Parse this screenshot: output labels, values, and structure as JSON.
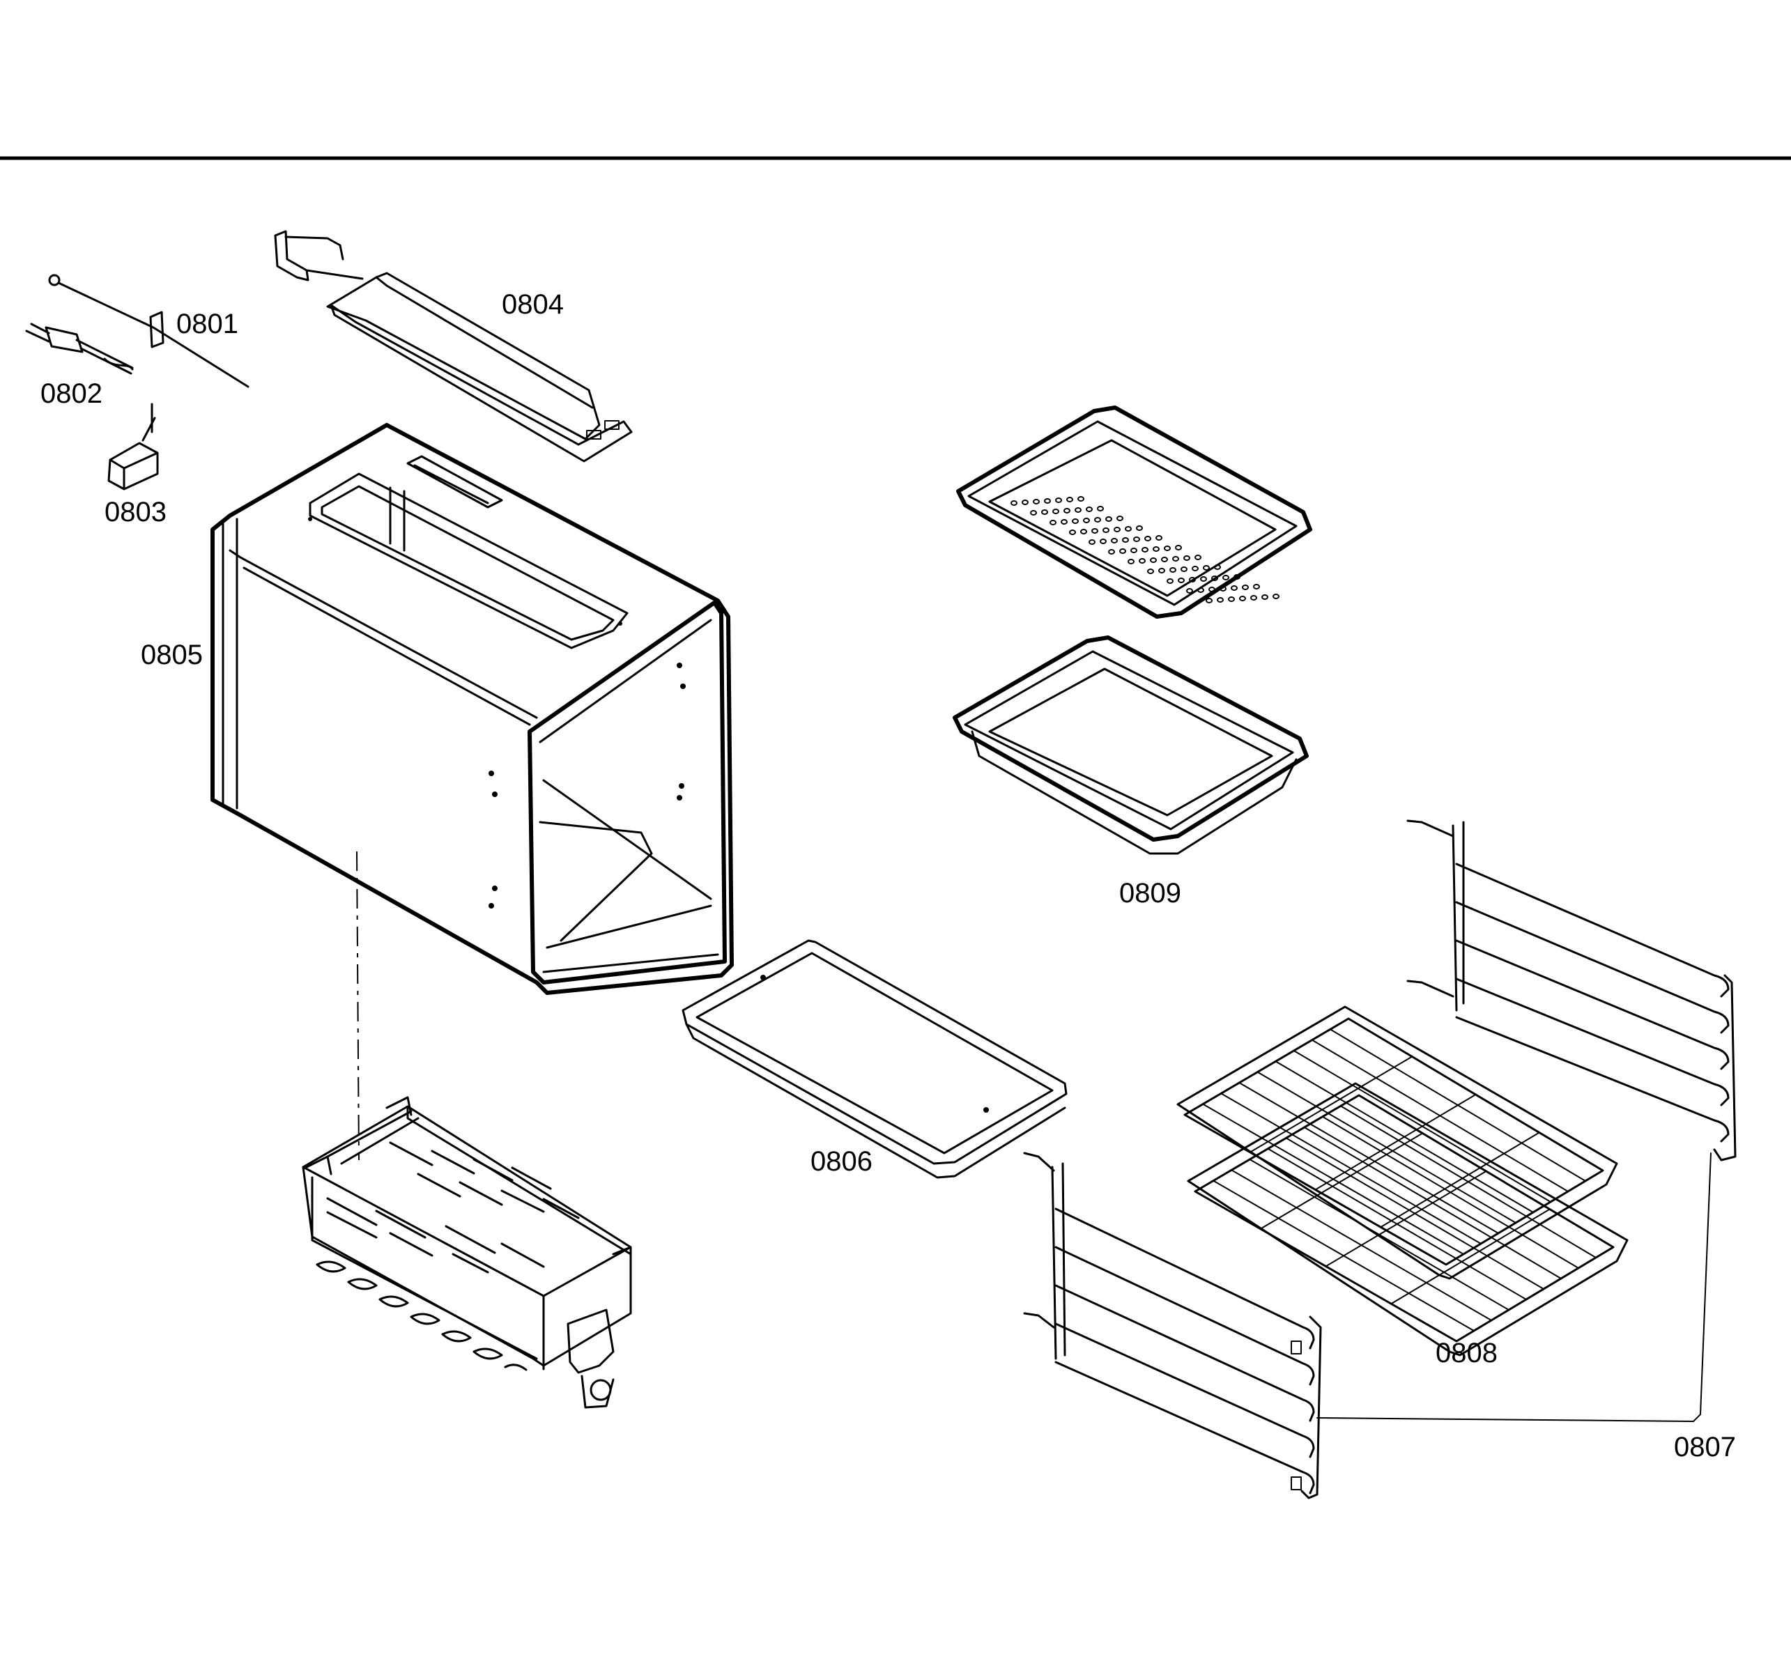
{
  "labels": {
    "p0801": "0801",
    "p0802": "0802",
    "p0803": "0803",
    "p0804": "0804",
    "p0805": "0805",
    "p0806": "0806",
    "p0807": "0807",
    "p0808": "0808",
    "p0809": "0809"
  },
  "colors": {
    "ink": "#000000",
    "paper": "#ffffff"
  }
}
